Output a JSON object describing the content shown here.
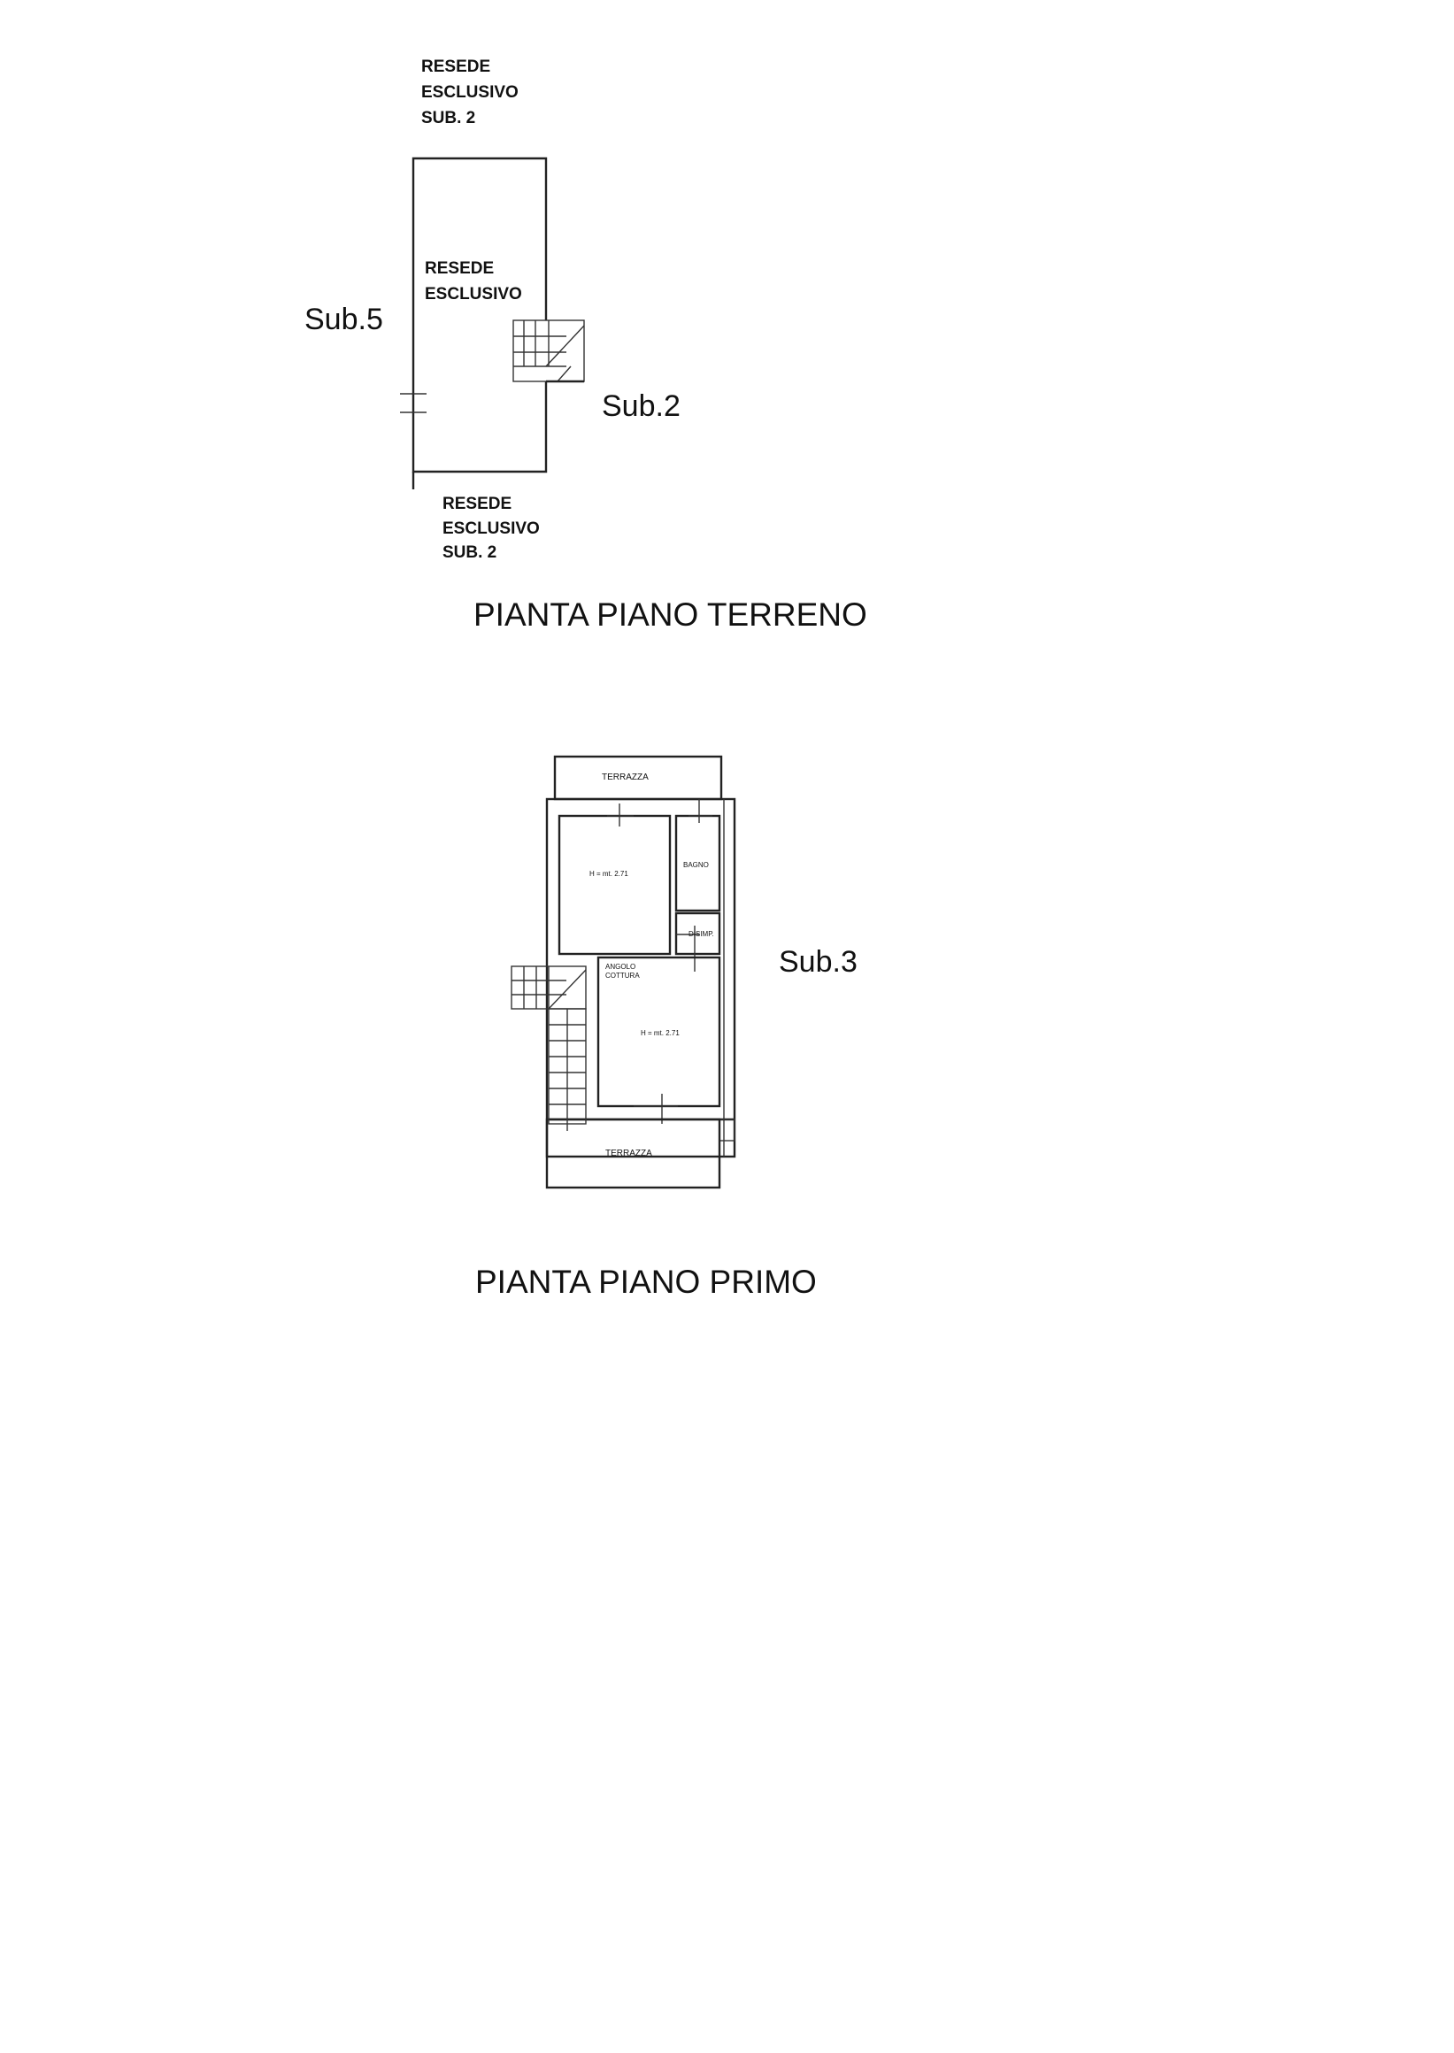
{
  "ground_floor": {
    "title": "PIANTA PIANO TERRENO",
    "top_label": [
      "RESEDE",
      "ESCLUSIVO",
      "SUB. 2"
    ],
    "inner_label": [
      "RESEDE",
      "ESCLUSIVO"
    ],
    "bottom_label": [
      "RESEDE",
      "ESCLUSIVO",
      "SUB. 2"
    ],
    "left_sub": "Sub.5",
    "right_sub": "Sub.2"
  },
  "first_floor": {
    "title": "PIANTA PIANO PRIMO",
    "right_sub": "Sub.3",
    "rooms": {
      "terrace_top": "TERRAZZA",
      "room_height": "H = mt. 2.71",
      "bathroom": "BAGNO",
      "hallway": "DISIMP.",
      "kitchen": [
        "ANGOLO",
        "COTTURA"
      ],
      "kitchen_height": "H = mt. 2.71",
      "terrace_bottom": "TERRAZZA"
    }
  }
}
